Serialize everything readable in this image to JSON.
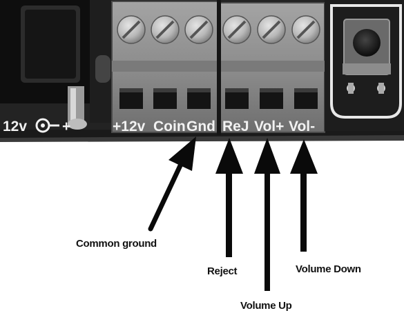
{
  "silkscreen": {
    "power_jack": "12v",
    "power_polarity": "+",
    "terminal_labels": [
      "+12v",
      "Coin",
      "Gnd",
      "ReJ",
      "Vol+",
      "Vol-"
    ]
  },
  "callouts": {
    "common_ground": "Common ground",
    "reject": "Reject",
    "volume_up": "Volume Up",
    "volume_down": "Volume Down"
  },
  "colors": {
    "pcb": "#232323",
    "terminal_block": "#8a8a8a",
    "arrow": "#0a0a0a",
    "label_text": "#111111"
  },
  "icons": [
    "dc-barrel-jack-icon",
    "screw-terminal-icon",
    "push-button-icon",
    "polarity-symbol-icon"
  ]
}
